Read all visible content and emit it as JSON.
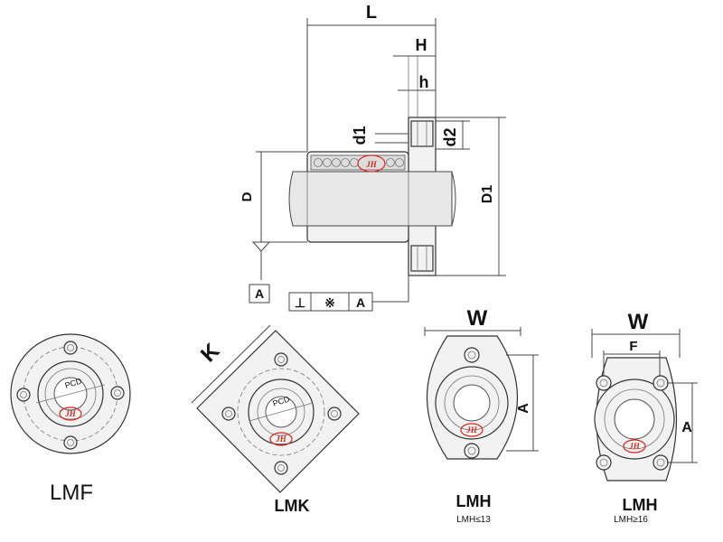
{
  "side_view": {
    "labels": {
      "L": "L",
      "H": "H",
      "h": "h",
      "d1": "d1",
      "d2": "d2",
      "D": "D",
      "D1": "D1",
      "datum_A": "A",
      "perp_symbol": "⊥",
      "tolerance_mark": "※",
      "frame_datum": "A"
    }
  },
  "views": [
    {
      "id": "lmf",
      "caption": "LMF",
      "note": ""
    },
    {
      "id": "lmk",
      "caption": "LMK",
      "dim_K": "K",
      "note": ""
    },
    {
      "id": "lmh-small",
      "caption": "LMH",
      "dim_W": "W",
      "dim_A": "A",
      "note": "LMH≤13"
    },
    {
      "id": "lmh-large",
      "caption": "LMH",
      "dim_W": "W",
      "dim_F": "F",
      "dim_A": "A",
      "note": "LMH≥16"
    }
  ],
  "pcd_text": "PCD",
  "logo_text": "JH"
}
